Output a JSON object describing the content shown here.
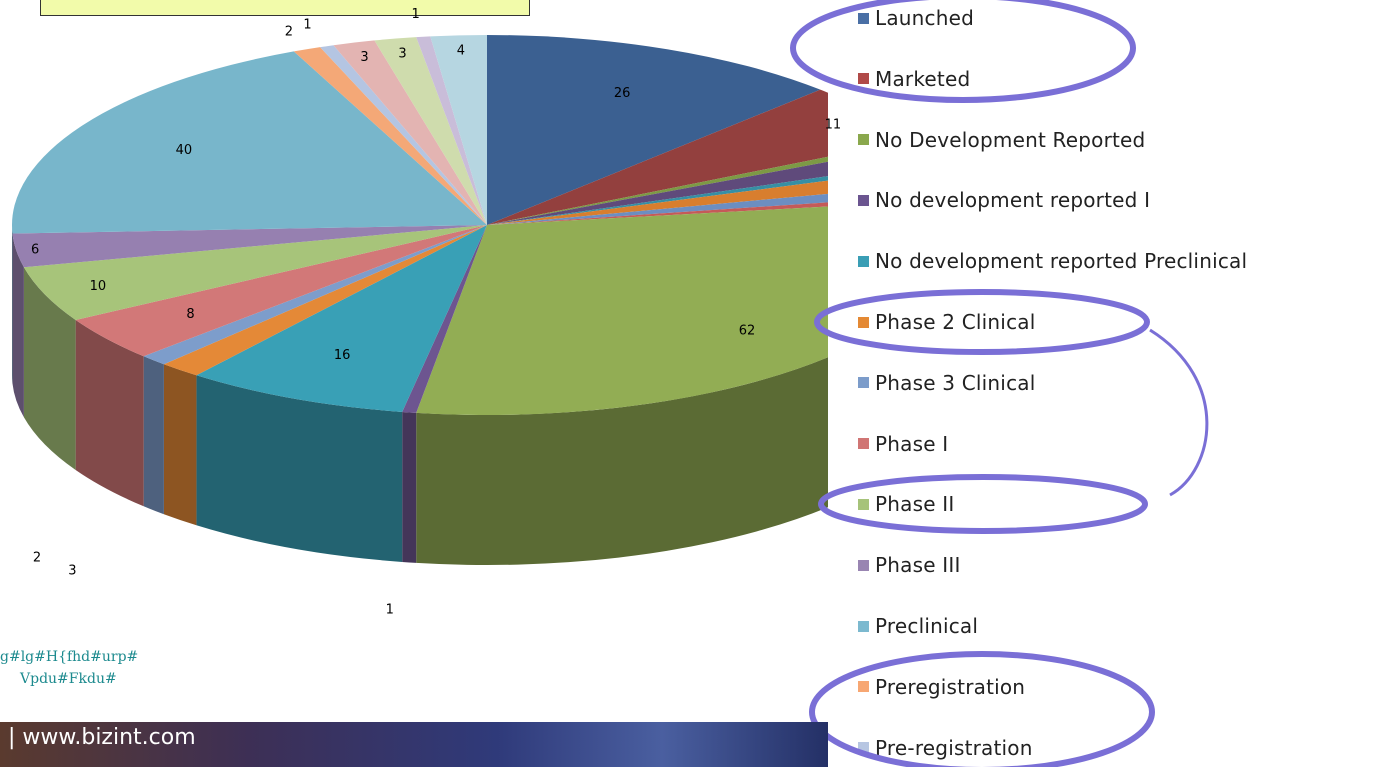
{
  "chart_data": {
    "type": "pie",
    "title": "",
    "legend_position": "right",
    "slices": [
      {
        "label": "Launched",
        "value": 26,
        "color": "#3b6091"
      },
      {
        "label": "Marketed",
        "value": 11,
        "color": "#93403e"
      },
      {
        "label": "No Development Reported",
        "value": 1,
        "color": "#7d9a45"
      },
      {
        "label": "No development reported I",
        "value": 3,
        "color": "#5f4a7b"
      },
      {
        "label": "No development reported Preclinical",
        "value": 1,
        "color": "#368fa4"
      },
      {
        "label": "Phase 2 Clinical",
        "value": 3,
        "color": "#d87e2e"
      },
      {
        "label": "Phase 3 Clinical",
        "value": 2,
        "color": "#6c8ec1"
      },
      {
        "label": "Phase I",
        "value": 1,
        "color": "#c55a58"
      },
      {
        "label": "No Development Reported",
        "value": 62,
        "color": "#92ad54"
      },
      {
        "label": "No development reported I",
        "value": 1,
        "color": "#6d5590"
      },
      {
        "label": "No development reported Preclinical",
        "value": 16,
        "color": "#39a0b6"
      },
      {
        "label": "Phase 2 Clinical",
        "value": 3,
        "color": "#e48937"
      },
      {
        "label": "Phase 3 Clinical",
        "value": 2,
        "color": "#7d9dcb"
      },
      {
        "label": "Phase I",
        "value": 8,
        "color": "#d27878"
      },
      {
        "label": "Phase II",
        "value": 10,
        "color": "#a7c47a"
      },
      {
        "label": "Phase III",
        "value": 6,
        "color": "#9680b0"
      },
      {
        "label": "Preclinical",
        "value": 40,
        "color": "#78b6cb"
      },
      {
        "label": "Preregistration",
        "value": 2,
        "color": "#f4a877"
      },
      {
        "label": "Pre-registration",
        "value": 1,
        "color": "#b4c5e2"
      },
      {
        "label": "Phase I",
        "value": 3,
        "color": "#e3b4b2"
      },
      {
        "label": "Phase II",
        "value": 3,
        "color": "#cfdcad"
      },
      {
        "label": "Phase III",
        "value": 1,
        "color": "#c9bdd9"
      },
      {
        "label": "Preclinical",
        "value": 4,
        "color": "#b6d6e1"
      }
    ],
    "slice_labels": [
      "26",
      "11",
      "62",
      "1",
      "16",
      "3",
      "2",
      "8",
      "10",
      "6",
      "40",
      "2",
      "1",
      "3",
      "3",
      "1",
      "4"
    ]
  },
  "legend": {
    "items": [
      {
        "label": "Launched",
        "color": "#4a6fa5"
      },
      {
        "label": "Marketed",
        "color": "#b04a48"
      },
      {
        "label": "No Development Reported",
        "color": "#8aa84d"
      },
      {
        "label": "No development reported I",
        "color": "#6b5590"
      },
      {
        "label": "No development reported Preclinical",
        "color": "#3a9eb5"
      },
      {
        "label": "Phase 2 Clinical",
        "color": "#e48934"
      },
      {
        "label": "Phase 3 Clinical",
        "color": "#7c9cca"
      },
      {
        "label": "Phase I",
        "color": "#d07574"
      },
      {
        "label": "Phase II",
        "color": "#a6c37a"
      },
      {
        "label": "Phase III",
        "color": "#9985b2"
      },
      {
        "label": "Preclinical",
        "color": "#7cb9cf"
      },
      {
        "label": "Preregistration",
        "color": "#f7a773"
      },
      {
        "label": "Pre-registration",
        "color": "#b7c6e2"
      }
    ]
  },
  "overlay": {
    "highlight_color": "#7a6fd6"
  },
  "footer": {
    "url_text": "| www.bizint.com"
  },
  "garbled_text": {
    "line1": "g#lg#H{fhd#urp#",
    "line2": "Vpdu#Fkdu#"
  }
}
